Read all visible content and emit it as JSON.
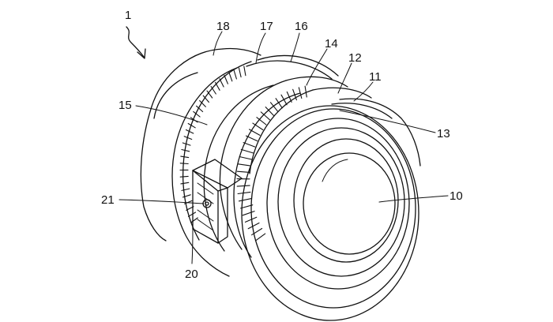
{
  "colors": {
    "ink": "#111111",
    "background": "#ffffff"
  },
  "labels": {
    "assembly": "1",
    "ref_10": "10",
    "ref_11": "11",
    "ref_12": "12",
    "ref_13": "13",
    "ref_14": "14",
    "ref_15": "15",
    "ref_16": "16",
    "ref_17": "17",
    "ref_18": "18",
    "ref_20": "20",
    "ref_21": "21"
  }
}
